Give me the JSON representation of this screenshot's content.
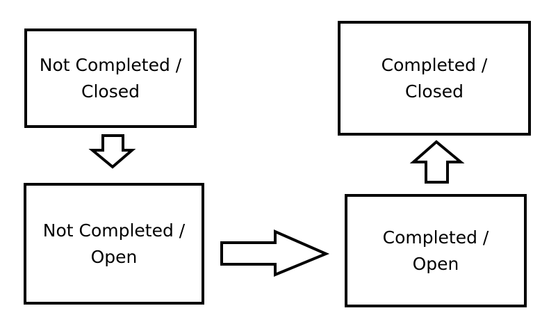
{
  "states": {
    "not_completed_closed": {
      "line1": "Not Completed /",
      "line2": "Closed"
    },
    "completed_closed": {
      "line1": "Completed /",
      "line2": "Closed"
    },
    "not_completed_open": {
      "line1": "Not Completed /",
      "line2": "Open"
    },
    "completed_open": {
      "line1": "Completed /",
      "line2": "Open"
    }
  },
  "colors": {
    "stroke": "#000000",
    "fill": "#ffffff"
  },
  "arrows": [
    {
      "from": "not_completed_closed",
      "to": "not_completed_open",
      "direction": "down"
    },
    {
      "from": "not_completed_open",
      "to": "completed_open",
      "direction": "right"
    },
    {
      "from": "completed_open",
      "to": "completed_closed",
      "direction": "up"
    }
  ]
}
